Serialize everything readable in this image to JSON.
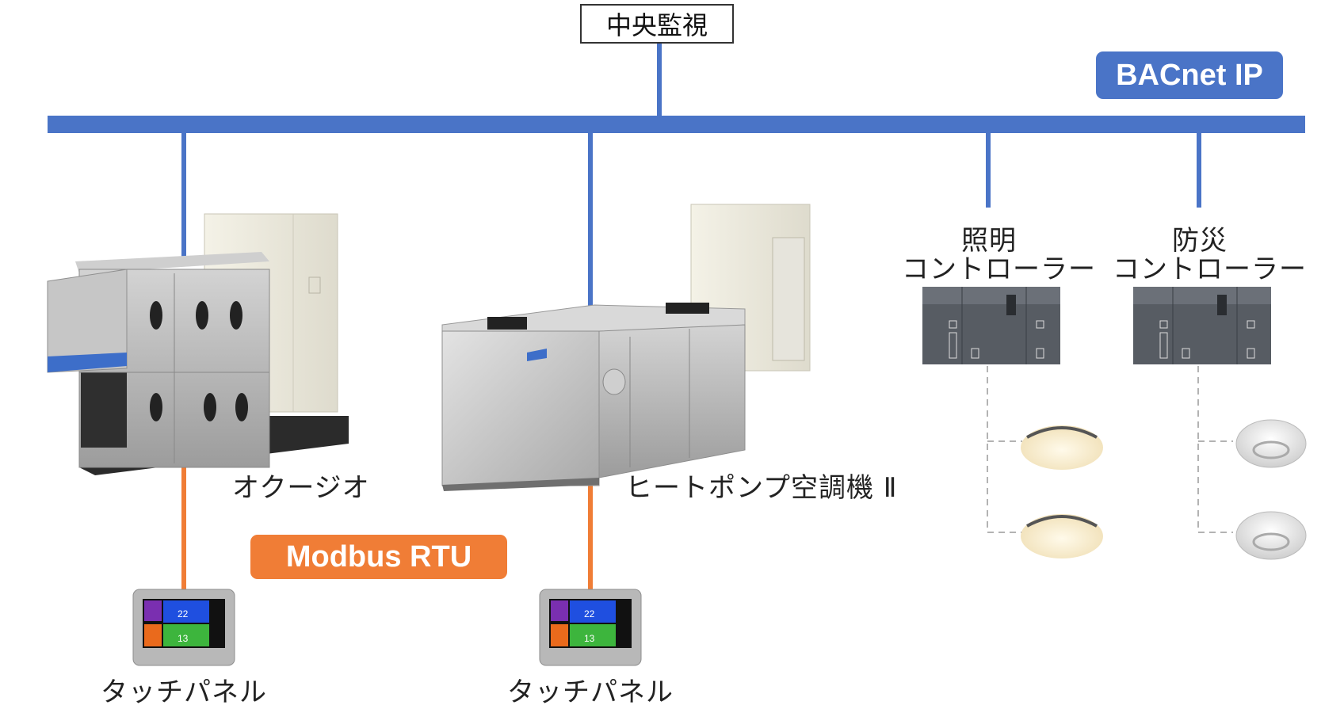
{
  "diagram": {
    "central_monitor": "中央監視",
    "bacnet_badge": "BACnet IP",
    "modbus_badge": "Modbus RTU",
    "units": {
      "okujio": "オクージオ",
      "heatpump": "ヒートポンプ空調機 Ⅱ",
      "touch_panel_1": "タッチパネル",
      "touch_panel_2": "タッチパネル"
    },
    "controllers": {
      "lighting": {
        "line1": "照明",
        "line2": "コントローラー"
      },
      "disaster": {
        "line1": "防災",
        "line2": "コントローラー"
      }
    },
    "panel_screen": {
      "temp": "22",
      "value": "13"
    },
    "colors": {
      "bacnet": "#4a74c7",
      "modbus": "#f07d36",
      "text": "#222222"
    }
  }
}
